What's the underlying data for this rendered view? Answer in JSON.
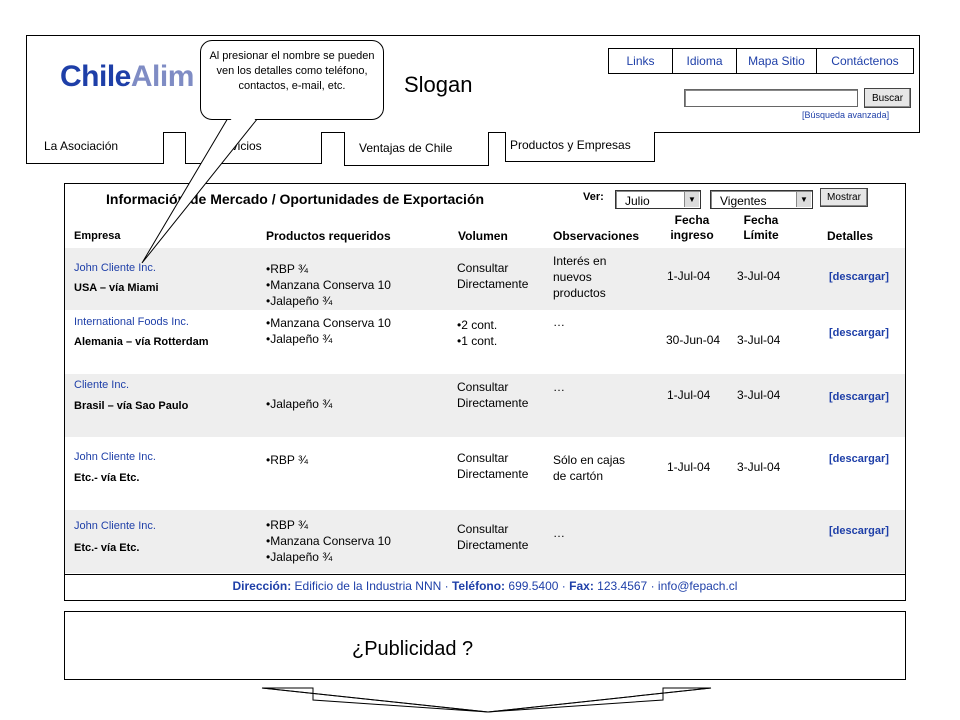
{
  "header": {
    "logo_part1": "Chile",
    "logo_part2": "Alim",
    "slogan": "Slogan",
    "top_links": [
      "Links",
      "Idioma",
      "Mapa Sitio",
      "Contáctenos"
    ],
    "search_button": "Buscar",
    "advanced_search": "[Búsqueda avanzada]"
  },
  "nav": {
    "tabs": [
      "La Asociación",
      "Servicios",
      "Ventajas de Chile",
      "Productos y Empresas"
    ]
  },
  "callout": {
    "text": "Al presionar el nombre se pueden ven los detalles como teléfono, contactos, e-mail, etc."
  },
  "main": {
    "title": "Información de Mercado / Oportunidades de Exportación",
    "ver_label": "Ver:",
    "month_select": "Julio",
    "status_select": "Vigentes",
    "show_button": "Mostrar",
    "columns": {
      "empresa": "Empresa",
      "productos": "Productos requeridos",
      "volumen": "Volumen",
      "observaciones": "Observaciones",
      "fecha_ingreso_1": "Fecha",
      "fecha_ingreso_2": "ingreso",
      "fecha_limite_1": "Fecha",
      "fecha_limite_2": "Límite",
      "detalles": "Detalles"
    },
    "rows": [
      {
        "company": "John Cliente Inc.",
        "country": "USA – vía Miami",
        "products": [
          "•RBP ¾",
          "•Manzana Conserva 10",
          "•Jalapeño ¾"
        ],
        "volume": [
          "Consultar",
          "Directamente"
        ],
        "observations": [
          "Interés en",
          "nuevos",
          "productos"
        ],
        "date_in": "1-Jul-04",
        "date_limit": "3-Jul-04",
        "details": "[descargar]"
      },
      {
        "company": "International Foods Inc.",
        "country": "Alemania – vía Rotterdam",
        "products": [
          "•Manzana Conserva 10",
          "•Jalapeño ¾"
        ],
        "volume": [
          "•2 cont.",
          "•1 cont."
        ],
        "observations": [
          "…"
        ],
        "date_in": "30-Jun-04",
        "date_limit": "3-Jul-04",
        "details": "[descargar]"
      },
      {
        "company": "Cliente Inc.",
        "country": "Brasil – vía Sao Paulo",
        "products": [
          "•Jalapeño ¾"
        ],
        "volume": [
          "Consultar",
          "Directamente"
        ],
        "observations": [
          "…"
        ],
        "date_in": "1-Jul-04",
        "date_limit": "3-Jul-04",
        "details": "[descargar]"
      },
      {
        "company": "John Cliente Inc.",
        "country": "Etc.- vía Etc.",
        "products": [
          "•RBP ¾"
        ],
        "volume": [
          "Consultar",
          "Directamente"
        ],
        "observations": [
          "Sólo en cajas",
          "de cartón"
        ],
        "date_in": "1-Jul-04",
        "date_limit": "3-Jul-04",
        "details": "[descargar]"
      },
      {
        "company": "John Cliente Inc.",
        "country": "Etc.- vía Etc.",
        "products": [
          "•RBP ¾",
          "•Manzana Conserva 10",
          "•Jalapeño ¾"
        ],
        "volume": [
          "Consultar",
          "Directamente"
        ],
        "observations": [
          "…"
        ],
        "date_in": "",
        "date_limit": "",
        "details": "[descargar]"
      }
    ]
  },
  "footer": {
    "address_label": "Dirección:",
    "address": "Edificio de la Industria NNN",
    "phone_label": "Teléfono:",
    "phone": "699.5400",
    "fax_label": "Fax:",
    "fax": "123.4567",
    "email": "info@fepach.cl",
    "sep": " · "
  },
  "ad": {
    "text": "¿Publicidad ?"
  }
}
